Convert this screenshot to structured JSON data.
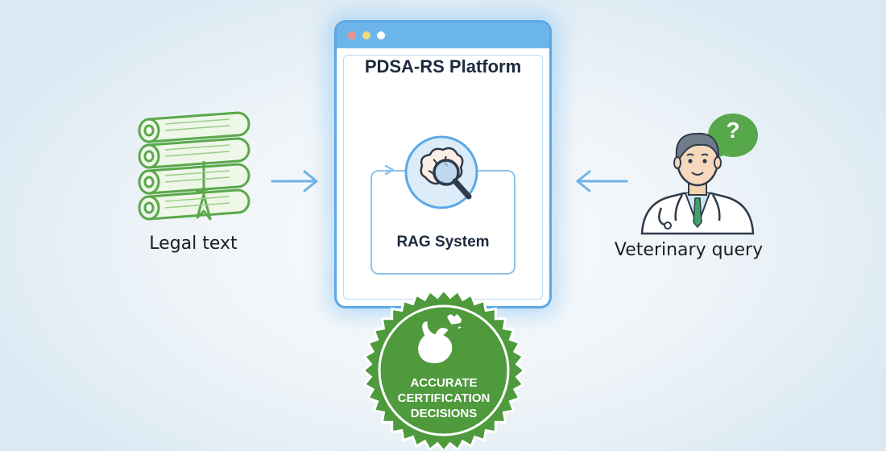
{
  "platform": {
    "title": "PDSA-RS Platform",
    "subsystem": "RAG System"
  },
  "inputs": {
    "left_label": "Legal text",
    "right_label": "Veterinary query",
    "question_mark": "?"
  },
  "outcome": {
    "seal_lines": [
      "ACCURATE",
      "CERTIFICATION",
      "DECISIONS"
    ]
  },
  "icons": [
    "legal-scrolls-icon",
    "arrow-right-icon",
    "arrow-left-icon",
    "veterinarian-icon",
    "speech-bubble-icon",
    "brain-magnifier-icon",
    "cycle-arrow-icon",
    "chicken-icon",
    "seal-badge-icon"
  ],
  "colors": {
    "accent_blue": "#5ba8e6",
    "scroll_green": "#5aa84a",
    "seal_green": "#4e9a3c",
    "text_dark": "#1c2a3d"
  }
}
